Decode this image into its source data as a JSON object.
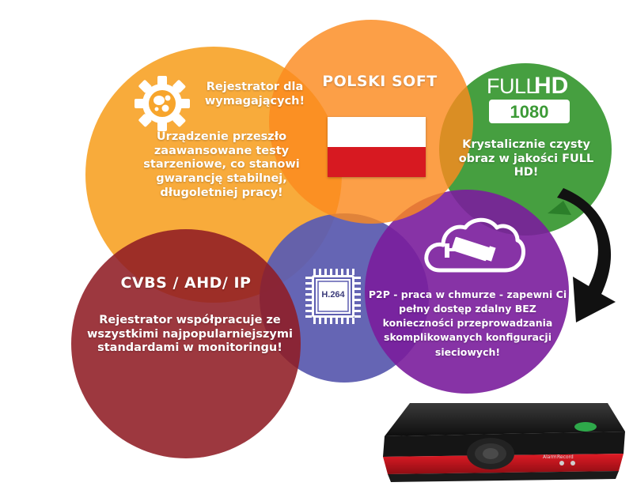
{
  "colors": {
    "yellow": "#f7a52c",
    "orange": "#fb8a1f",
    "green": "#3c9a36",
    "red": "#8f1d24",
    "blue": "#5d5db0",
    "purple": "#7a1d9c"
  },
  "yellow_circle": {
    "icon": "gear-icon",
    "heading": "Rejestrator dla wymagających!",
    "text": "Urządzenie przeszło zaawansowane testy starzeniowe, co stanowi gwarancję stabilnej, długoletniej pracy!"
  },
  "orange_circle": {
    "title": "POLSKI SOFT",
    "icon": "polish-flag-icon"
  },
  "green_circle": {
    "badge_top_left": "FULL",
    "badge_top_right": "HD",
    "badge_bottom": "1080",
    "text": "Krystalicznie czysty obraz w jakości FULL HD!"
  },
  "red_circle": {
    "title": "CVBS / AHD/ IP",
    "text": "Rejestrator współpracuje ze wszystkimi najpopularniejszymi standardami w monitoringu!"
  },
  "blue_circle": {
    "chip_label": "H.264",
    "icon": "cpu-chip-icon"
  },
  "purple_circle": {
    "icon": "cloud-camera-icon",
    "text": "P2P - praca w chmurze - zapewni Ci pełny dostęp zdalny BEZ konieczności przeprowadzania skomplikowanych konfiguracji sieciowych!"
  },
  "dvr_device": {
    "icon": "dvr-recorder-icon",
    "label_left": "Alarm",
    "label_right": "Record"
  },
  "arrow": {
    "icon": "curved-arrow-icon"
  }
}
